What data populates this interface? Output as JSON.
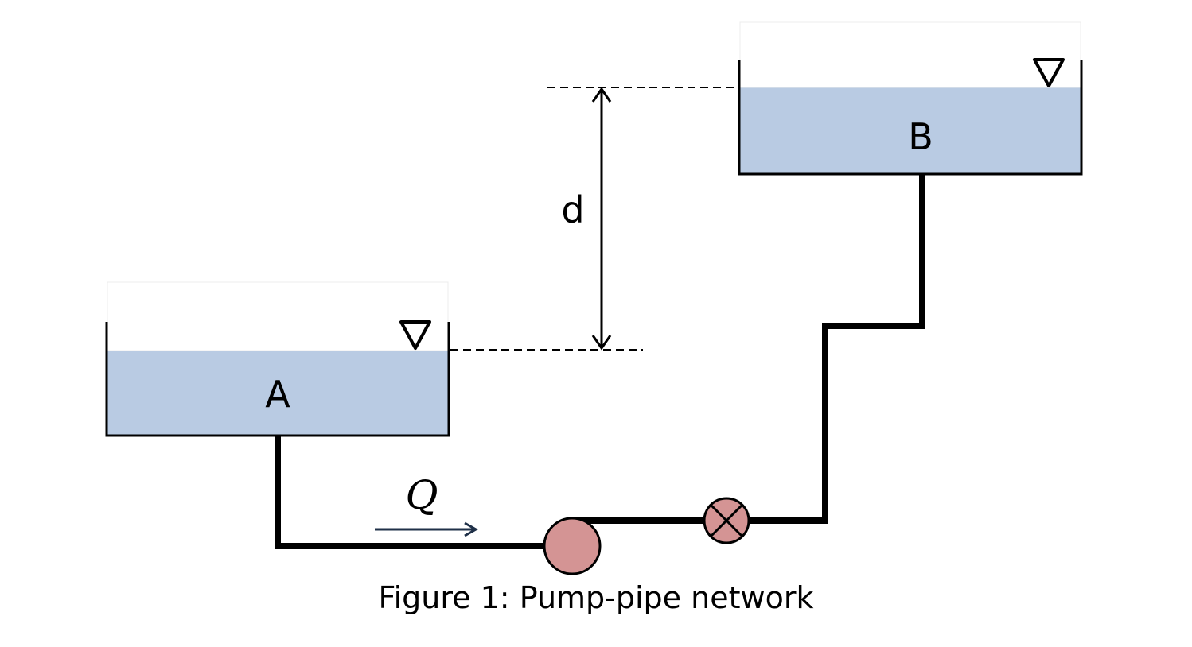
{
  "diagram": {
    "reservoir_a": {
      "label": "A"
    },
    "reservoir_b": {
      "label": "B"
    },
    "dimension": {
      "label": "d"
    },
    "flow": {
      "label": "Q"
    },
    "caption": "Figure 1: Pump-pipe network",
    "colors": {
      "water": "#b9cbe3",
      "pump": "#d49494",
      "valve": "#d49494",
      "pipe": "#000000",
      "flow_arrow": "#1f3048",
      "dashed": "#000000"
    },
    "icons": {
      "free_surface": "inverted-triangle",
      "valve": "circle-x"
    }
  }
}
